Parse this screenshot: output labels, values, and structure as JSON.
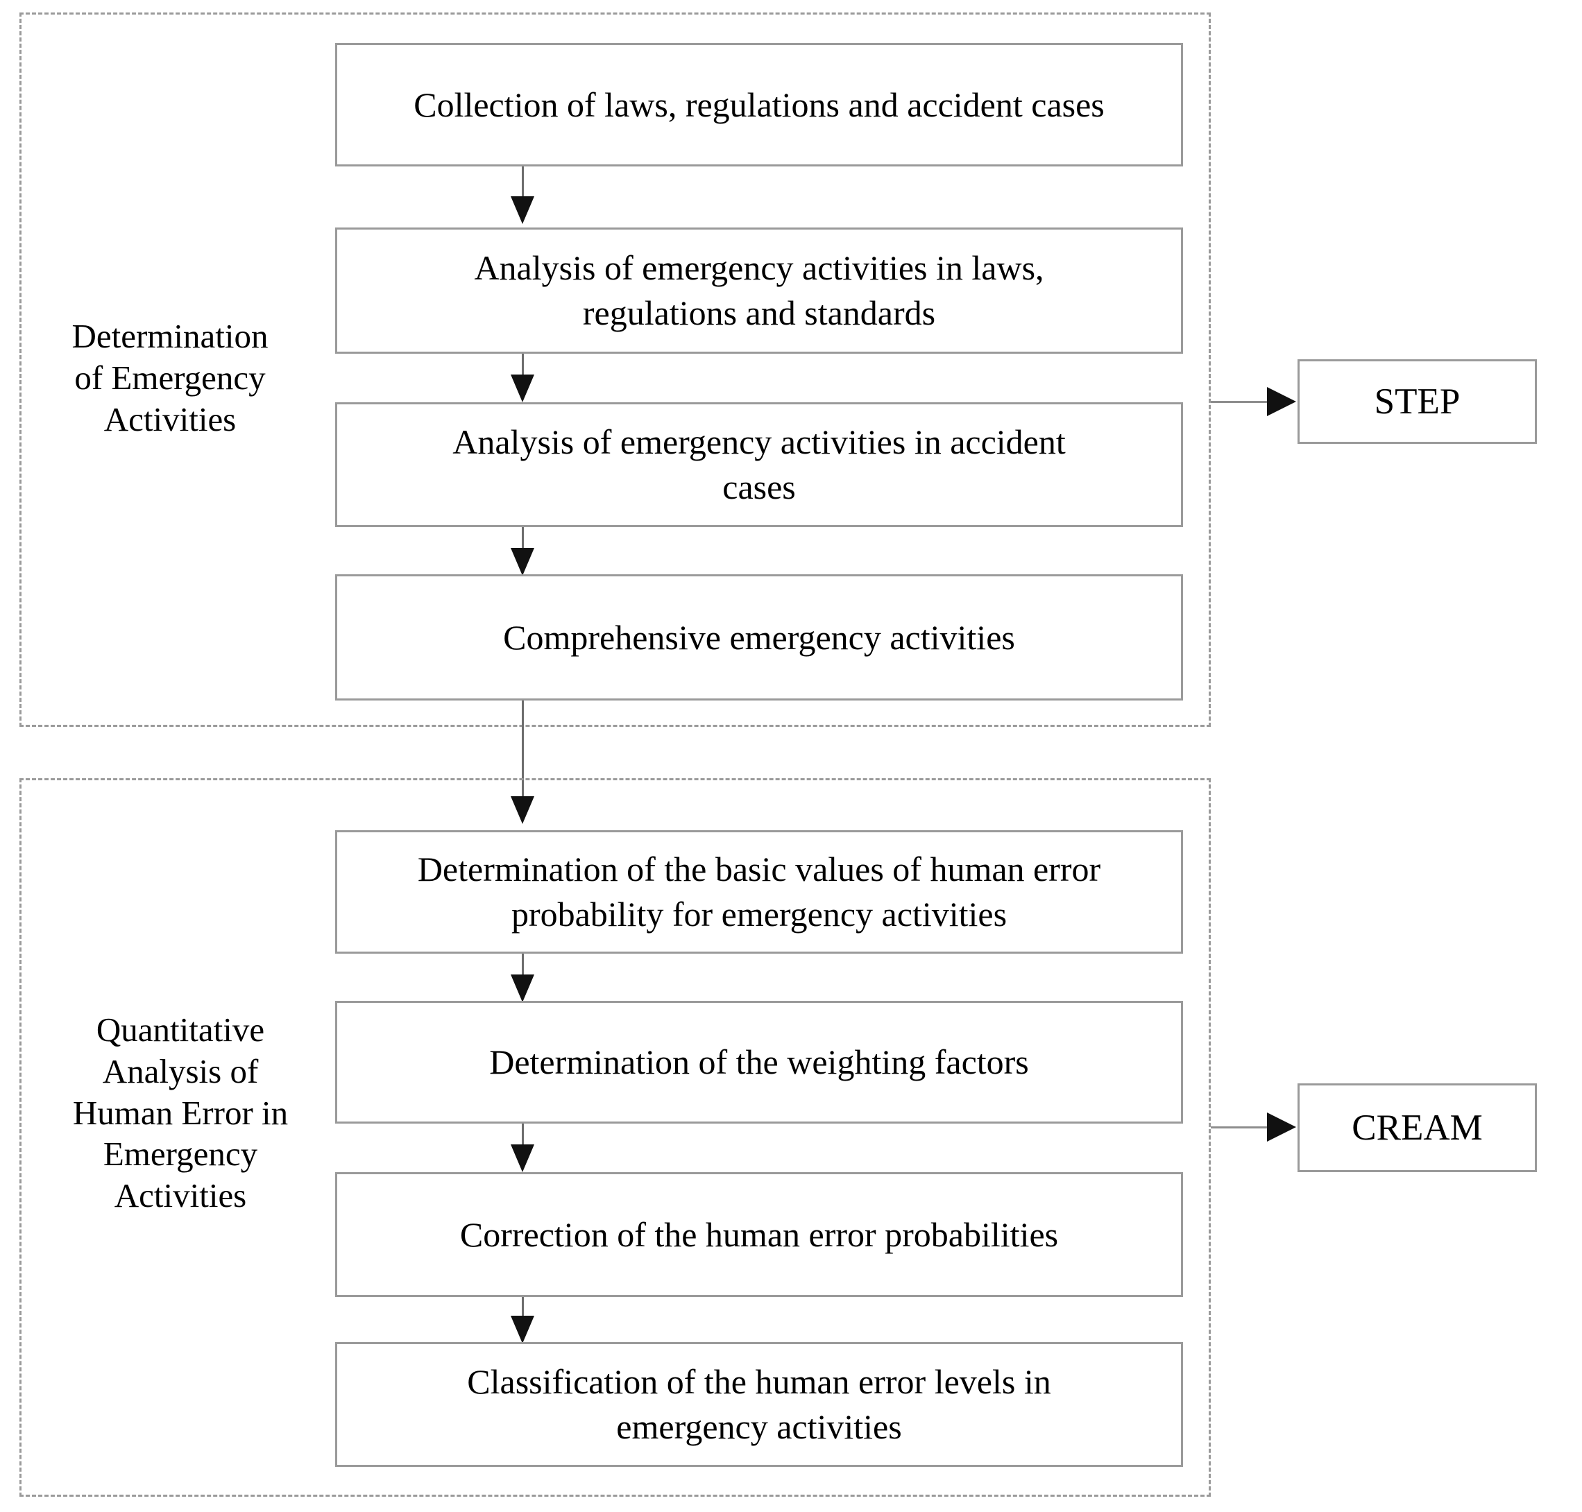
{
  "diagram": {
    "groups": [
      {
        "id": "determination-of-emergency-activities",
        "label": "Determination\nof Emergency\nActivities",
        "method_label": "STEP",
        "nodes": [
          "Collection of laws, regulations and accident cases",
          "Analysis of emergency activities in laws,\nregulations and standards",
          "Analysis of  emergency activities in accident\ncases",
          "Comprehensive emergency activities"
        ]
      },
      {
        "id": "quantitative-analysis-of-human-error",
        "label": "Quantitative\nAnalysis of\nHuman Error in\nEmergency\nActivities",
        "method_label": "CREAM",
        "nodes": [
          "Determination of the basic values of human error\nprobability for emergency activities",
          "Determination of the weighting factors",
          "Correction of the human error probabilities",
          "Classification of the human error levels in\nemergency activities"
        ]
      }
    ],
    "colors": {
      "node_border": "#9a9a9a",
      "group_border": "#9a9a9a",
      "connector": "#6d6d6d",
      "arrow_head": "#111111",
      "text": "#000000",
      "background": "#ffffff"
    }
  }
}
